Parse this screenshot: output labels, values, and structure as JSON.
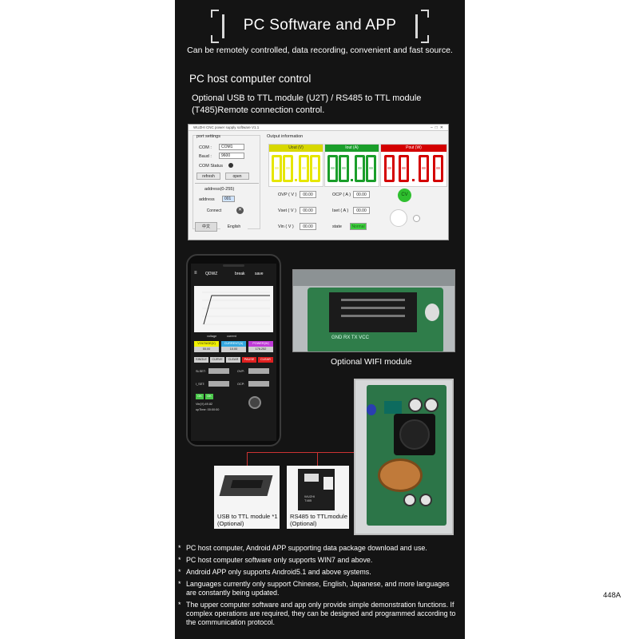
{
  "header": {
    "title": "PC Software and APP",
    "subtitle": "Can be remotely controlled, data recording, convenient and fast source."
  },
  "section": {
    "heading": "PC host computer control",
    "description": "Optional USB to TTL module (U2T) / RS485 to TTL module (T485)Remote connection control."
  },
  "pc_app": {
    "window_title": "WUZHI CNC power supply software V1.1",
    "port_settings": {
      "label": "port settings",
      "com_label": "COM :",
      "com_value": "COM1",
      "baud_label": "Baud :",
      "baud_value": "9600",
      "status_label": "COM Status",
      "refresh": "refresh",
      "open": "open",
      "address_range": "address(0-255)",
      "address_label": "address",
      "address_value": "001",
      "connect": "Connect",
      "lang_cn": "中文",
      "lang_en": "English"
    },
    "output": {
      "label": "Output information",
      "headers": [
        "Uout (V)",
        "Iout (A)",
        "Pout (W)"
      ],
      "colors": [
        "#e8e800",
        "#1a9e2a",
        "#d40000"
      ],
      "ovp_label": "OVP ( V )",
      "ovp_value": "00.00",
      "ocp_label": "OCP ( A )",
      "ocp_value": "00.00",
      "vset_label": "Vset ( V )",
      "vset_value": "00.00",
      "iset_label": "Iset ( A )",
      "iset_value": "00.00",
      "vin_label": "Vin ( V )",
      "vin_value": "00.00",
      "state_label": "state",
      "state_value": "Normal",
      "mode": "CV"
    }
  },
  "phone": {
    "app_name": "QDWZ",
    "menu_break": "break",
    "menu_save": "save",
    "legend_voltage": "voltage",
    "legend_current": "current",
    "voltage_label": "VOLTAGE(V)",
    "voltage_value": "55.00",
    "current_label": "CURRENT(A)",
    "current_value": "10.00",
    "power_label": "POWER(W)",
    "power_value": "176.252",
    "buttons": [
      "SINGLE",
      "CURVE",
      "CLEAR",
      "PAUSE",
      "CLEAR"
    ],
    "slset": "SLSET:",
    "ovp": "OVP:",
    "ilset": "I_SET:",
    "ocp": "OCP:",
    "ok": "OK",
    "vin": "Vin(V):49.82",
    "uptime": "upTime: 00:00:00"
  },
  "captions": {
    "wifi": "Optional WIFI module",
    "usb_line1": "USB to TTL module *1",
    "usb_line2": "(Optional)",
    "rs485_line1": "RS485 to TTLmodule",
    "rs485_line2": "(Optional)",
    "rs485_board_text": "WUZHI T485"
  },
  "notes": [
    "PC host computer, Android APP supporting data package download and use.",
    "PC host computer software only supports WIN7 and above.",
    "Android APP only supports Android5.1 and above systems.",
    "Languages currently only support Chinese, English, Japanese, and more languages are constantly being updated.",
    "The upper computer software and app only provide simple demonstration functions. If complex operations are required, they can be designed and programmed according to the communication protocol."
  ],
  "corner_label": "448A"
}
